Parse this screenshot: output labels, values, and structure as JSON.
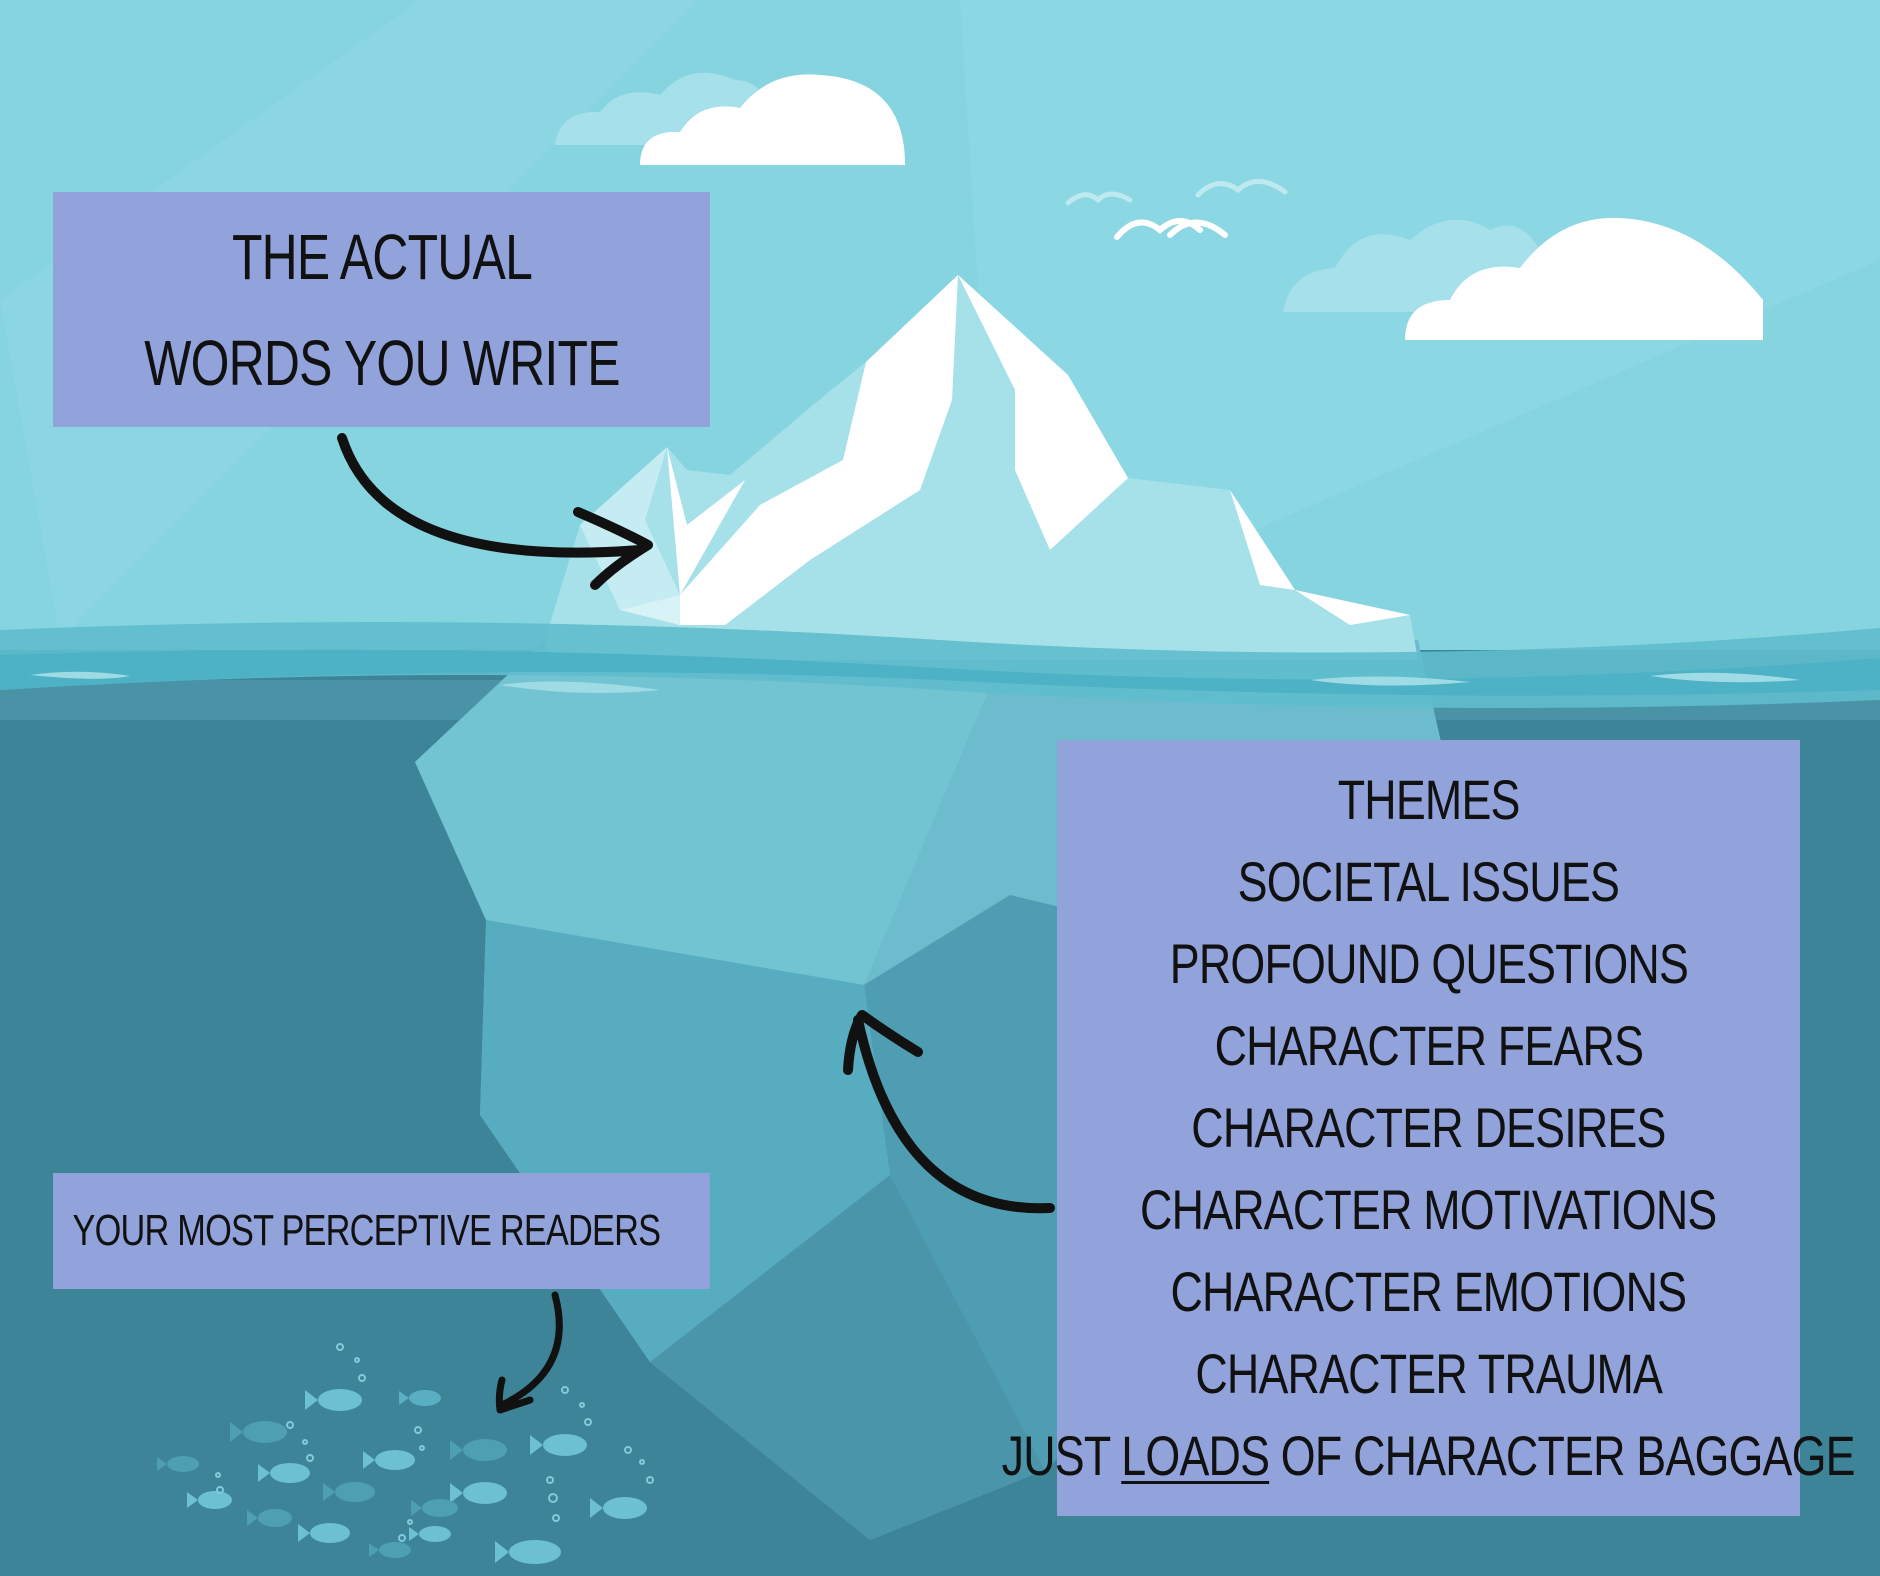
{
  "labels": {
    "surface": "THE ACTUAL WORDS YOU WRITE",
    "readers": "YOUR MOST PERCEPTIVE READERS",
    "depth_lines": [
      "THEMES",
      "SOCIETAL ISSUES",
      "PROFOUND QUESTIONS",
      "CHARACTER FEARS",
      "CHARACTER DESIRES",
      "CHARACTER MOTIVATIONS",
      "CHARACTER EMOTIONS",
      "CHARACTER TRAUMA"
    ],
    "last_line": {
      "prefix": "JUST ",
      "emphasis": "LOADS",
      "suffix": " OF CHARACTER BAGGAGE"
    }
  },
  "colors": {
    "sky": "#85d3df",
    "ocean_deep": "#3e8499",
    "label_box": "#92a3dc",
    "ice_white": "#ffffff",
    "arrow": "#111111"
  }
}
